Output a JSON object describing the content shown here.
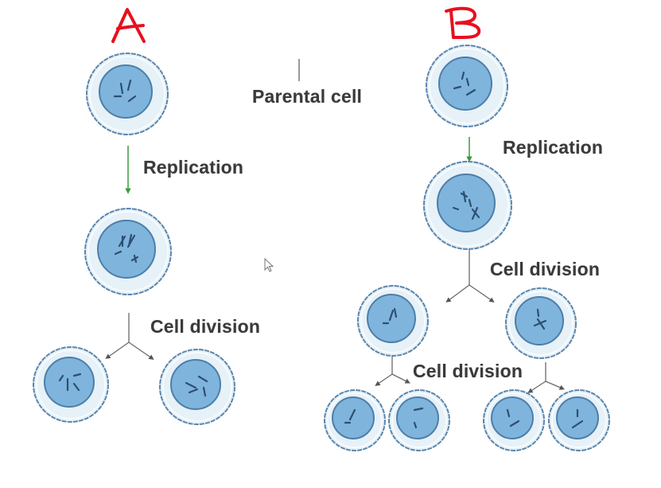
{
  "panels": {
    "a": {
      "marker": "A"
    },
    "b": {
      "marker": "B"
    }
  },
  "labels": {
    "parental_cell": "Parental cell",
    "a_replication": "Replication",
    "a_cell_division": "Cell division",
    "b_replication": "Replication",
    "b_cell_division_1": "Cell division",
    "b_cell_division_2": "Cell division"
  },
  "colors": {
    "marker": "#e8101e",
    "cell_outer": "#e6f1f8",
    "cell_outer_stroke": "#5b86ad",
    "nucleus": "#7fb4dc",
    "nucleus_stroke": "#4d7ea8",
    "chromosome": "#2d4f72",
    "replication_arrow": "#3a9a3a",
    "division_arrow": "#6a6a6a",
    "divider": "#1a1a1a",
    "label_text": "#3a3a3a"
  }
}
